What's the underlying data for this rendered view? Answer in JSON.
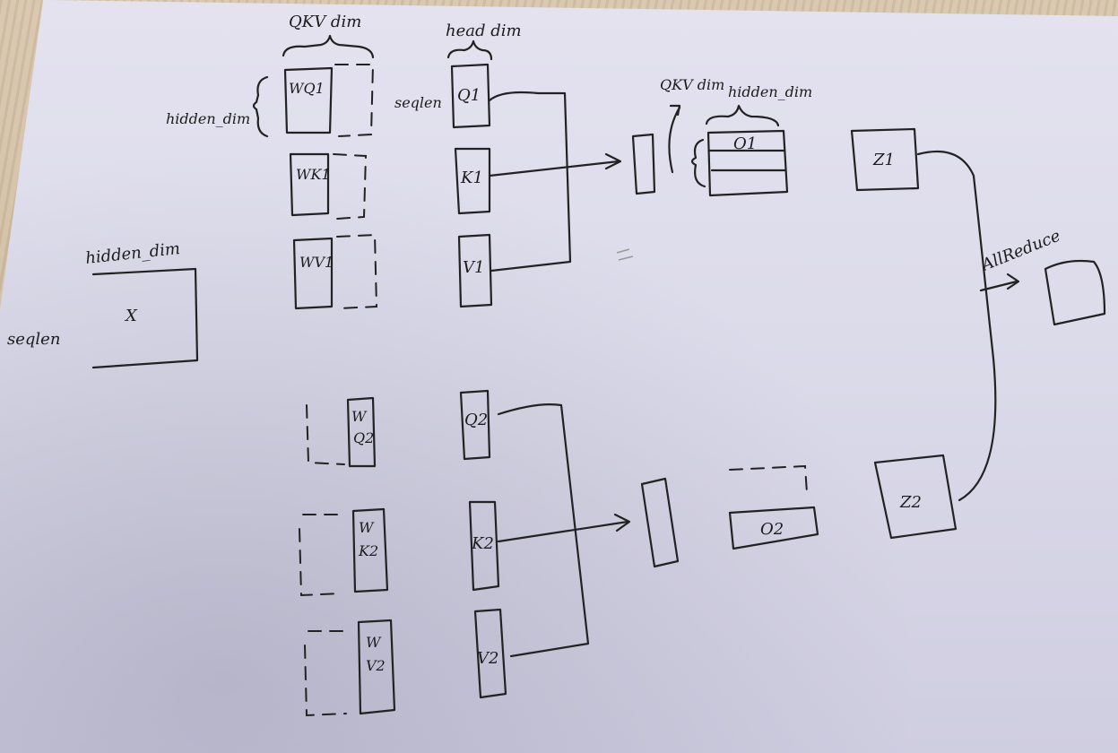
{
  "labels": {
    "qkv_dim_top": "QKV dim",
    "head_dim": "head dim",
    "hidden_dim_weights": "hidden_dim",
    "seqlen_q": "seqlen",
    "hidden_dim_x": "hidden_dim",
    "seqlen_x": "seqlen",
    "x": "X",
    "wq1": "WQ1",
    "wk1": "WK1",
    "wv1": "WV1",
    "q1": "Q1",
    "k1": "K1",
    "v1": "V1",
    "qkv_dim_out": "QKV dim",
    "hidden_dim_out": "hidden_dim",
    "o1": "O1",
    "z1": "Z1",
    "allreduce": "AllReduce",
    "wq2_w": "W",
    "wq2_sub": "Q2",
    "wk2_w": "W",
    "wk2_sub": "K2",
    "wv2_w": "W",
    "wv2_sub": "V2",
    "q2": "Q2",
    "k2": "K2",
    "v2": "V2",
    "o2": "O2",
    "z2": "Z2"
  }
}
